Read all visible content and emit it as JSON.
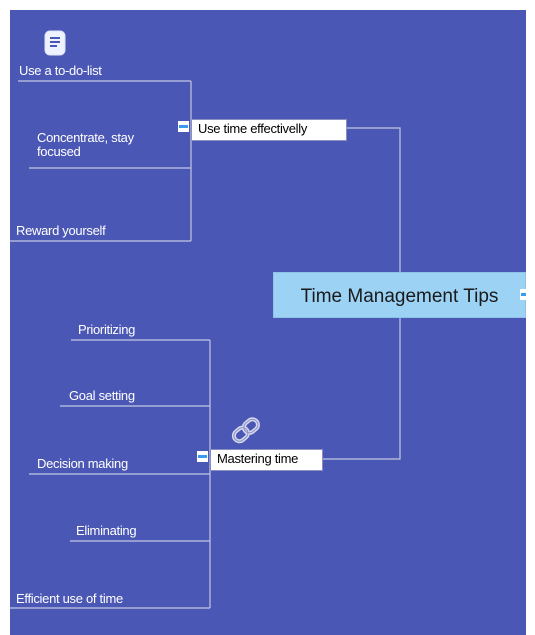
{
  "central": {
    "title": "Time Management  Tips"
  },
  "topic1": {
    "label": "Use time effectivelly",
    "icon": "document-note-icon",
    "children": [
      {
        "text": "Use a to-do-list"
      },
      {
        "text": "Concentrate, stay focused"
      },
      {
        "text": "Reward yourself"
      }
    ]
  },
  "topic2": {
    "label": "Mastering time",
    "icon": "link-icon",
    "children": [
      {
        "text": "Prioritizing"
      },
      {
        "text": "Goal setting"
      },
      {
        "text": "Decision making"
      },
      {
        "text": "Eliminating"
      },
      {
        "text": "Efficient use of time"
      }
    ]
  },
  "colors": {
    "background": "#4b57b5",
    "central_fill": "#9cd3f5",
    "connector": "#b8bcd8",
    "collapse_marker": "#3b9af0"
  }
}
